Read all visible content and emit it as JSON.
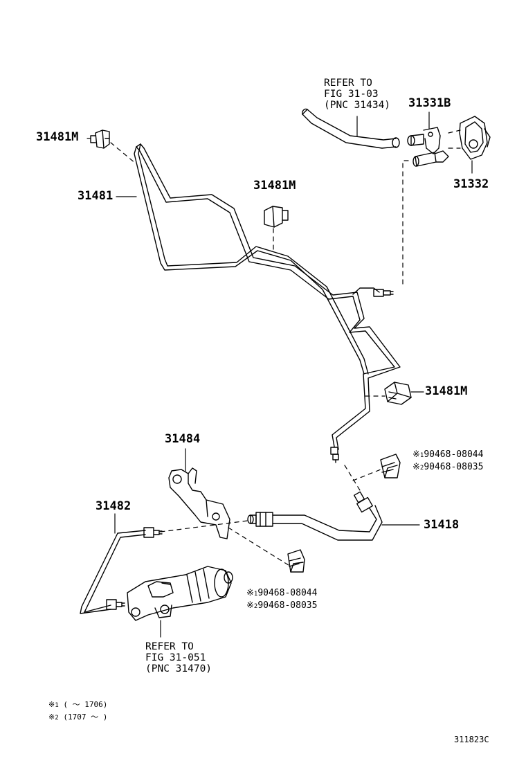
{
  "part_numbers": {
    "clip_top_left": "31481M",
    "tube_upper": "31481",
    "clip_mid": "31481M",
    "clip_right": "31481M",
    "union_top": "31331B",
    "gasket_top": "31332",
    "bracket": "31484",
    "tube_lower": "31482",
    "hose": "31418"
  },
  "references": {
    "upper": [
      "REFER TO",
      "FIG 31-03",
      "(PNC 31434)"
    ],
    "lower": [
      "REFER TO",
      "FIG 31-051",
      "(PNC 31470)"
    ]
  },
  "clips": {
    "right": [
      {
        "mark": "※",
        "sub": "1",
        "part": "90468-08044"
      },
      {
        "mark": "※",
        "sub": "2",
        "part": "90468-08035"
      }
    ],
    "lower": [
      {
        "mark": "※",
        "sub": "1",
        "part": "90468-08044"
      },
      {
        "mark": "※",
        "sub": "2",
        "part": "90468-08035"
      }
    ]
  },
  "notes": [
    {
      "mark": "※",
      "sub": "1",
      "text": "(      ～ 1706)"
    },
    {
      "mark": "※",
      "sub": "2",
      "text": "(1707 ～      )"
    }
  ],
  "figure_id": "311823C"
}
